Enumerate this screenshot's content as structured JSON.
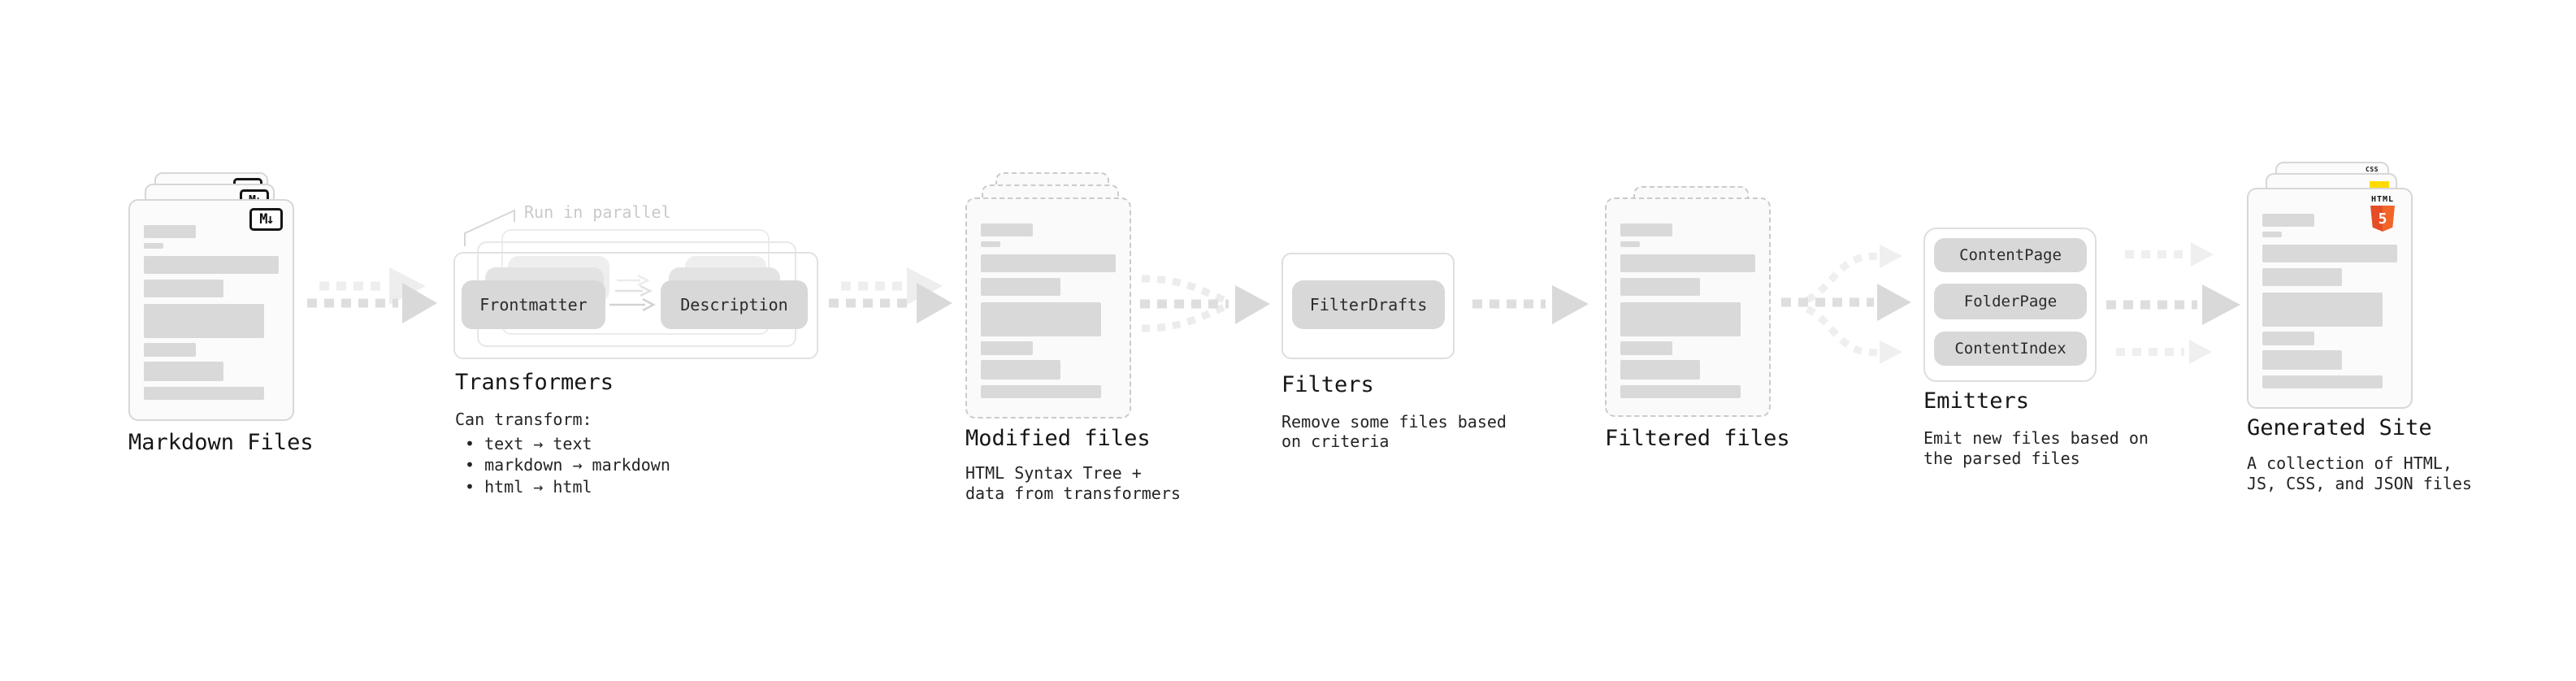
{
  "colors": {
    "html5_orange": "#e44d26",
    "html5_orange_light": "#f16529",
    "js_yellow": "#ffdb00",
    "css_blue": "#2962ff",
    "chip_gray": "#d8d8d8",
    "skeleton_gray": "#d9d9d9",
    "arrow_dark": "#dbdbdb",
    "arrow_light": "#eeeeee",
    "annotation_gray": "#c9c9c9"
  },
  "stages": {
    "markdown": {
      "title": "Markdown Files",
      "badge": "M↓"
    },
    "transformers": {
      "title": "Transformers",
      "annotation": "Run in parallel",
      "chips": [
        "Frontmatter",
        "Description"
      ],
      "subtitle": "Can transform:",
      "bullets": [
        "• text → text",
        "• markdown → markdown",
        "• html → html"
      ]
    },
    "modified": {
      "title": "Modified files",
      "desc": [
        "HTML Syntax Tree +",
        "data from transformers"
      ]
    },
    "filters": {
      "title": "Filters",
      "chips": [
        "FilterDrafts"
      ],
      "desc": [
        "Remove some files based",
        "on criteria"
      ]
    },
    "filtered": {
      "title": "Filtered files"
    },
    "emitters": {
      "title": "Emitters",
      "chips": [
        "ContentPage",
        "FolderPage",
        "ContentIndex"
      ],
      "desc": [
        "Emit new files based on",
        "the parsed files"
      ]
    },
    "generated": {
      "title": "Generated Site",
      "desc": [
        "A collection of HTML,",
        "JS, CSS, and JSON files"
      ],
      "badges": {
        "css": "CSS",
        "html_word": "HTML",
        "html_number": "5"
      }
    }
  }
}
